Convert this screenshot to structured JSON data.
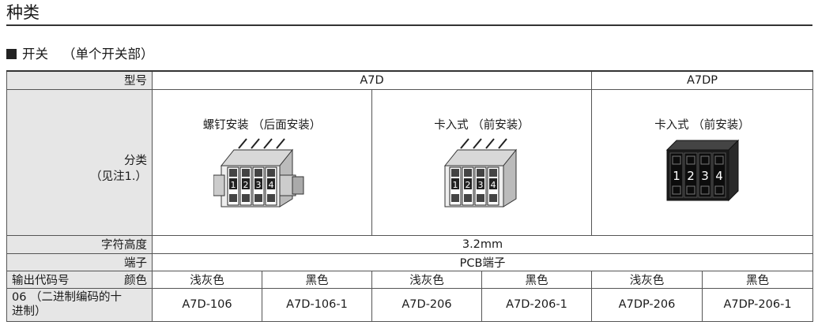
{
  "page": {
    "title": "种类"
  },
  "section": {
    "heading": "开关",
    "heading_note": "（单个开关部）"
  },
  "table": {
    "model_label": "型号",
    "model_a7d": "A7D",
    "model_a7dp": "A7DP",
    "category_label": "分类",
    "category_note": "（见注1.）",
    "categories": [
      {
        "name": "螺钉安装 （后面安装）",
        "icon": "switch-screw-mount-photo"
      },
      {
        "name": "卡入式 （前安装）",
        "icon": "switch-snap-in-photo"
      },
      {
        "name": "卡入式 （前安装）",
        "icon": "switch-snap-in-black-photo"
      }
    ],
    "char_height_label": "字符高度",
    "char_height_value": "3.2mm",
    "terminal_label": "端子",
    "terminal_value": "PCB端子",
    "output_code_label": "输出代码号",
    "color_label": "颜色",
    "colors": [
      "浅灰色",
      "黑色",
      "浅灰色",
      "黑色",
      "浅灰色",
      "黑色"
    ],
    "row_label": "06 （二进制编码的十进制）",
    "row_label_line1": "06 （二进制编码的十",
    "row_label_line2": "进制）",
    "models": [
      "A7D-106",
      "A7D-106-1",
      "A7D-206",
      "A7D-206-1",
      "A7DP-206",
      "A7DP-206-1"
    ]
  },
  "switch_digits": [
    "1",
    "2",
    "3",
    "4"
  ]
}
